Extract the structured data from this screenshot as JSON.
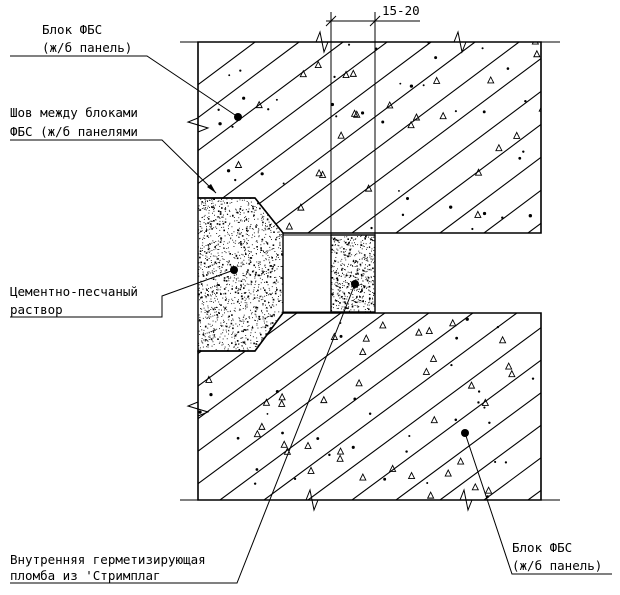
{
  "dimension": {
    "text": "15-20"
  },
  "labels": {
    "block_top": {
      "line1": "Блок ФБС",
      "line2": "(ж/б панель)"
    },
    "seam": {
      "line1": "Шов между блоками",
      "line2": "ФБС (ж/б панелями"
    },
    "mortar": {
      "line1": "Цементно-песчаный",
      "line2": "раствор"
    },
    "seal": {
      "line1": "Внутренняя герметизирующая",
      "line2": "пломба из 'Стримплаг"
    },
    "block_bottom": {
      "line1": "Блок ФБС",
      "line2": "(ж/б панель)"
    }
  },
  "icons": [
    "leader-dot",
    "break-mark",
    "concrete-hatch",
    "mortar-stipple"
  ],
  "colors": {
    "ink": "#000000",
    "paper": "#ffffff"
  }
}
